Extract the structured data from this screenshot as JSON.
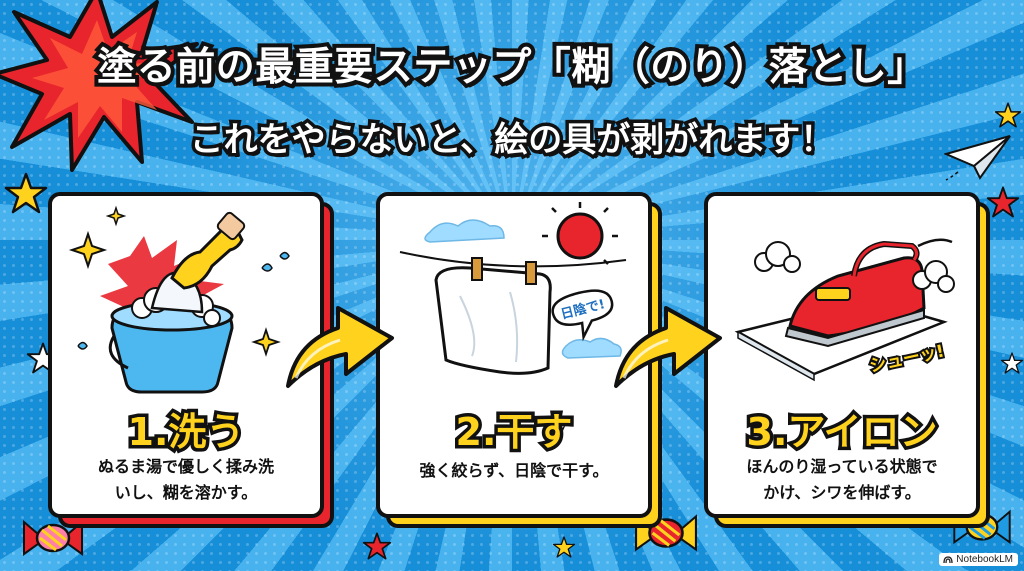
{
  "header": {
    "title": "塗る前の最重要ステップ「糊（のり）落とし」",
    "subtitle": "これをやらないと、絵の具が剥がれます！"
  },
  "steps": [
    {
      "title": "1.洗う",
      "description": "ぬるま湯で優しく揉み洗\nいし、糊を溶かす。",
      "illustration": "bucket-washing-icon"
    },
    {
      "title": "2.干す",
      "description": "強く絞らず、日陰で干す。",
      "illustration": "hanging-cloth-icon",
      "bubble": "日陰で!"
    },
    {
      "title": "3.アイロン",
      "description": "ほんのり湿っている状態で\nかけ、シワを伸ばす。",
      "illustration": "steam-iron-icon",
      "sfx": "シューッ!"
    }
  ],
  "footer": {
    "badge": "NotebookLM",
    "badge_icon": "notebooklm-icon"
  },
  "colors": {
    "background": "#1f9be3",
    "title_fill": "#ffffff",
    "step_title": "#ffd21e",
    "shadow_red": "#e8242c",
    "shadow_yellow": "#ffd21e",
    "arrow_yellow": "#ffd21e",
    "outline": "#111111"
  }
}
